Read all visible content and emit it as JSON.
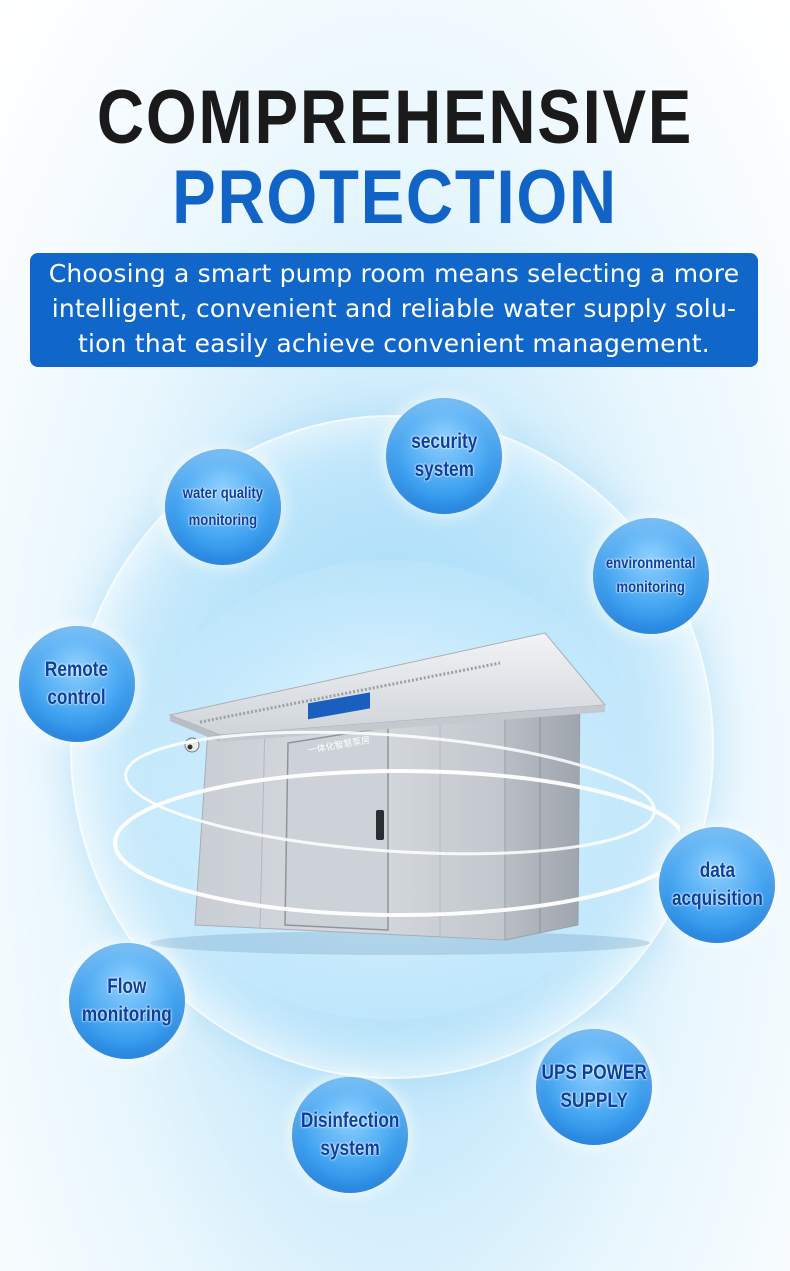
{
  "heading": {
    "line1": "COMPREHENSIVE",
    "line2": "PROTECTION"
  },
  "description": {
    "lines": [
      "Choosing a smart pump room means selecting a more",
      "intelligent, convenient and reliable water supply solu-",
      "tion that easily achieve convenient management."
    ]
  },
  "product": {
    "sign_text": "一体化智慧泵房"
  },
  "features": {
    "security": [
      "security",
      "system"
    ],
    "water_quality": [
      "water quality",
      "monitoring"
    ],
    "environmental": [
      "environmental",
      "monitoring"
    ],
    "remote": [
      "Remote",
      "control"
    ],
    "data": [
      "data",
      "acquisition"
    ],
    "flow": [
      "Flow",
      "monitoring"
    ],
    "ups": [
      "UPS POWER",
      "SUPPLY"
    ],
    "disinfection": [
      "Disinfection",
      "system"
    ]
  },
  "colors": {
    "accent_blue": "#1163c6",
    "bubble_text": "#0c3fa0",
    "heading_dark": "#1a1a1a"
  }
}
